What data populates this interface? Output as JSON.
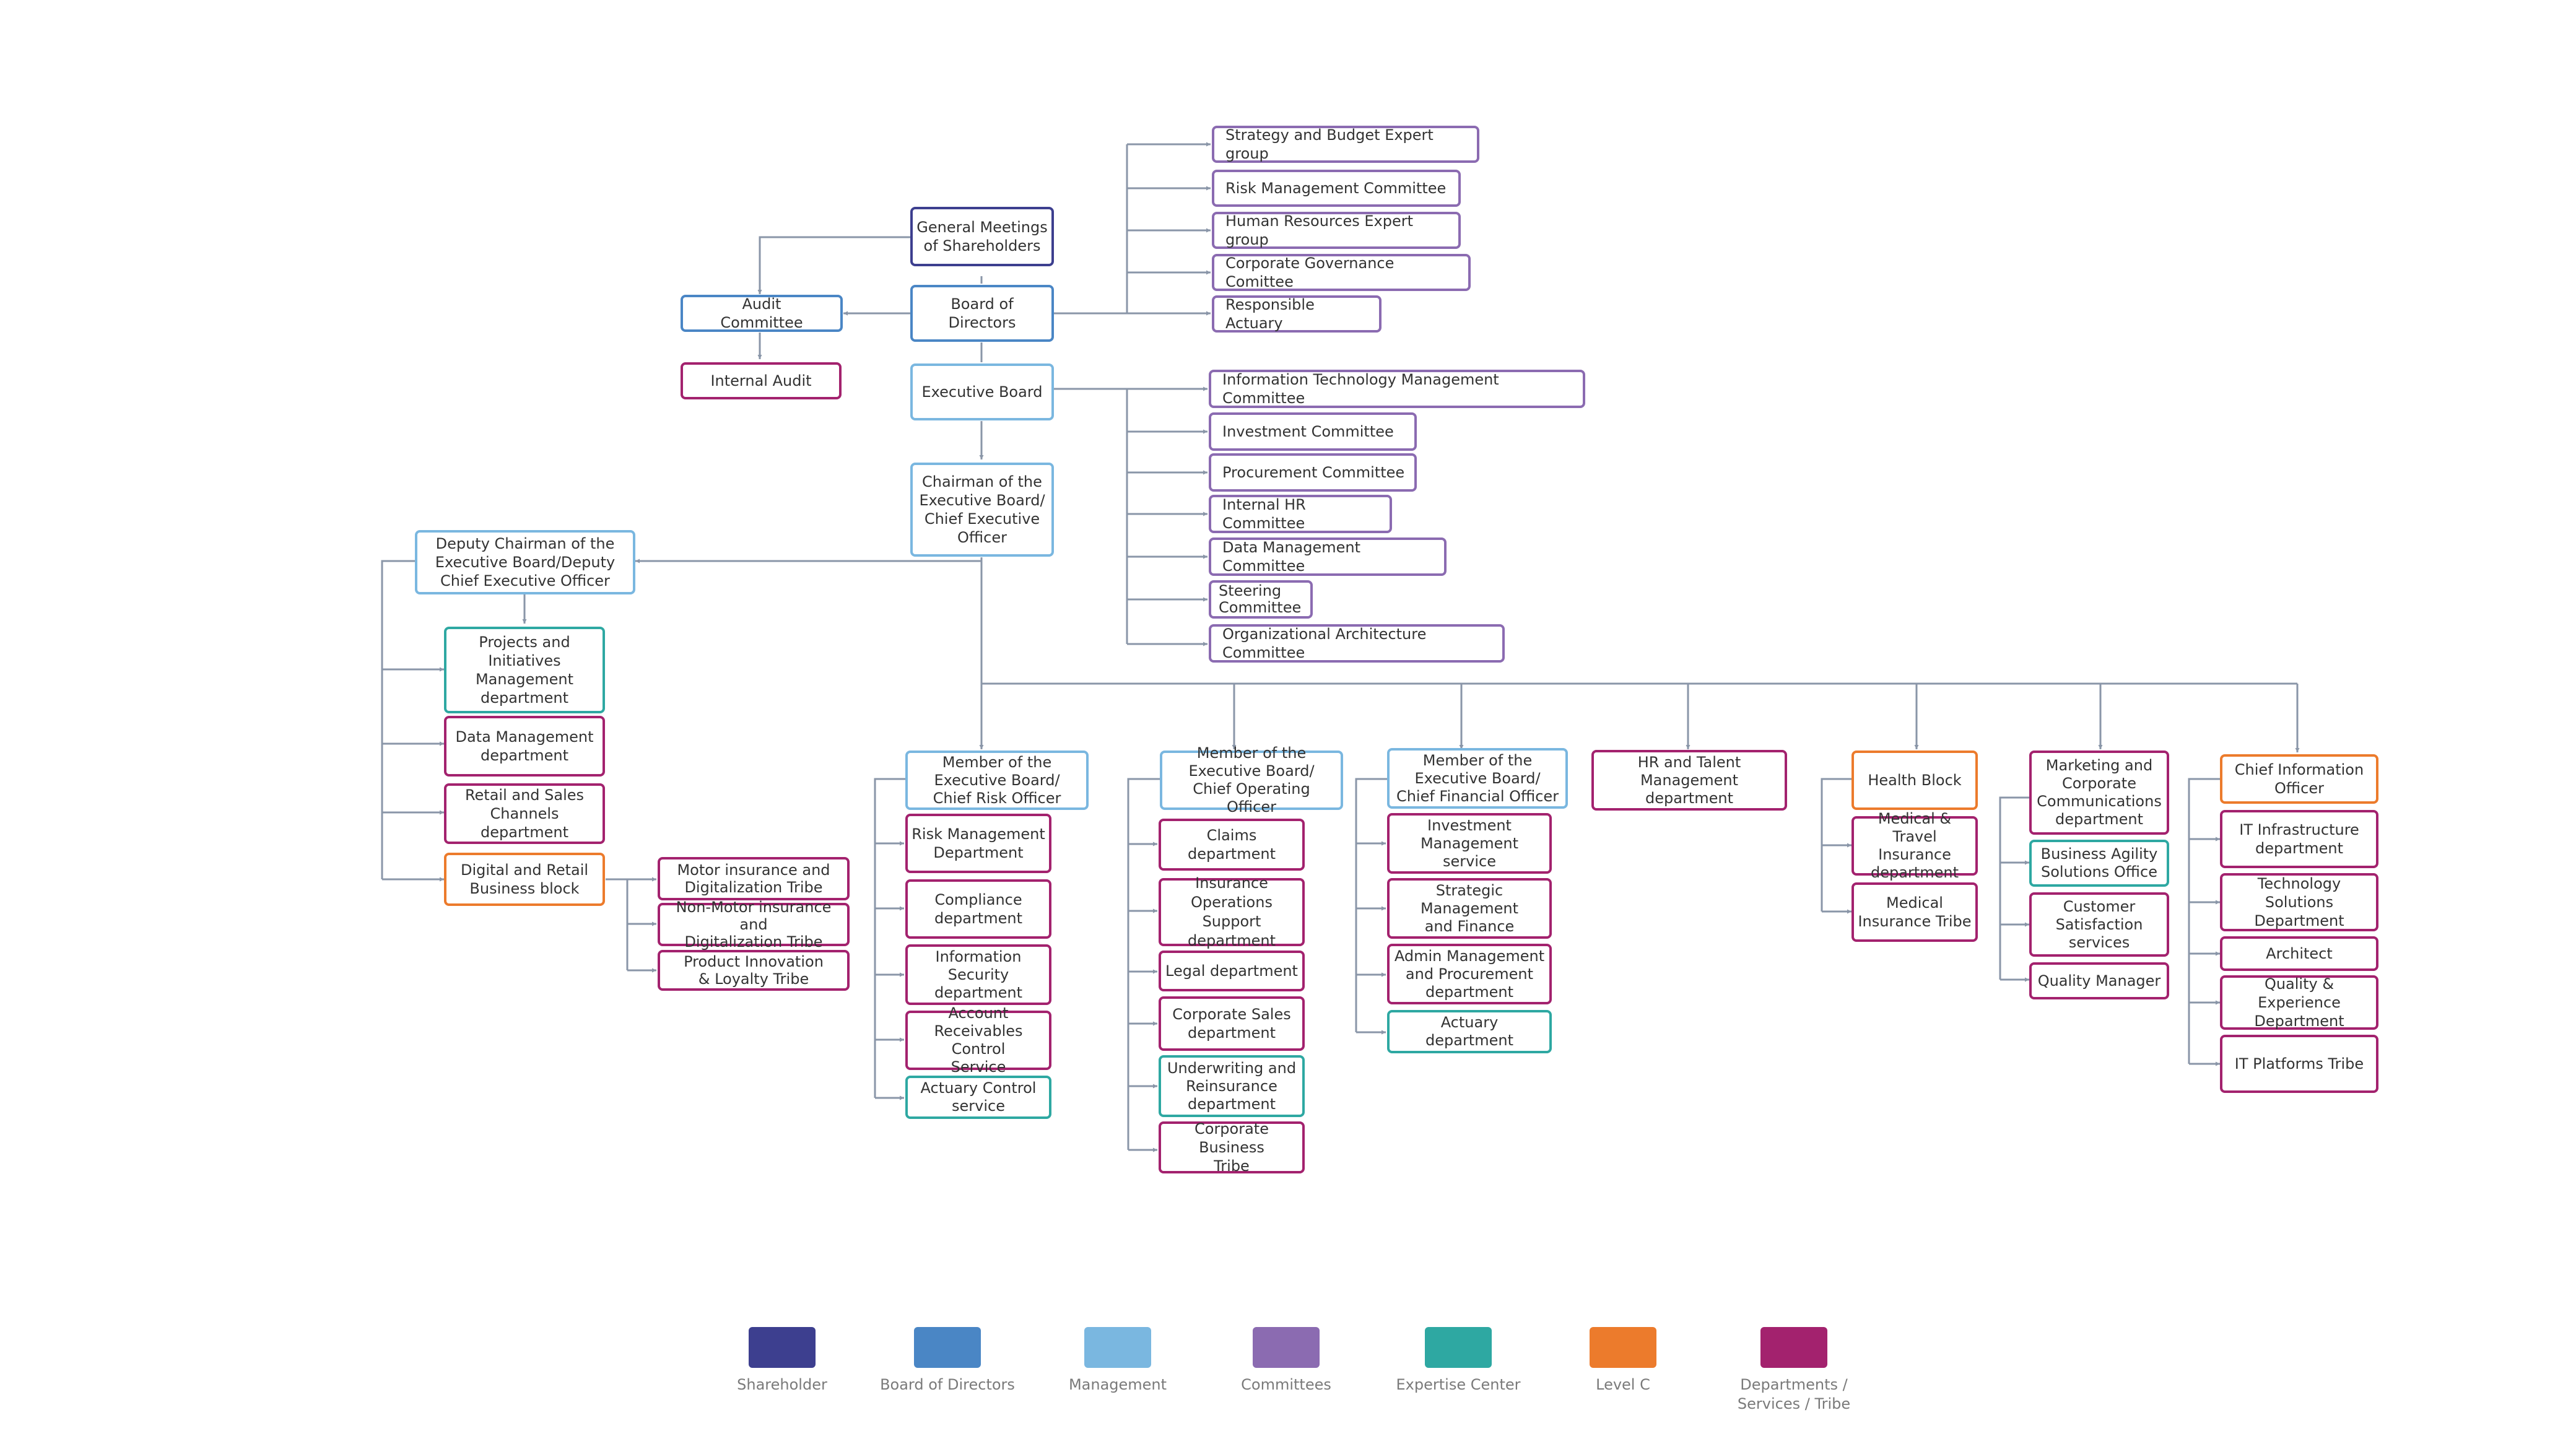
{
  "colors": {
    "shareholder": "#3d3f8f",
    "board": "#4a86c5",
    "management": "#7ab7e0",
    "committees": "#8b6bb1",
    "expertise": "#2ea8a2",
    "level_c": "#ec7b2c",
    "departments": "#a3226e",
    "connector": "#8a96a8"
  },
  "nodes": {
    "general_meetings": "General Meetings\nof Shareholders",
    "audit_committee": "Audit\nCommittee",
    "internal_audit": "Internal Audit",
    "board_of_directors": "Board of Directors",
    "executive_board": "Executive Board",
    "ceo": "Chairman of the\nExecutive Board/\nChief Executive\nOfficer",
    "strategy_budget": "Strategy and Budget Expert group",
    "risk_mgmt_committee": "Risk Management Committee",
    "hr_expert_group": "Human Resources Expert group",
    "corp_governance": "Corporate Governance Comittee",
    "responsible_actuary": "Responsible Actuary",
    "it_mgmt_committee": "Information Technology Management Committee",
    "investment_committee": "Investment Committee",
    "procurement_committee": "Procurement Committee",
    "internal_hr_committee": "Internal HR Committee",
    "data_mgmt_committee": "Data Management Committee",
    "steering_committee": "Steering\nCommittee",
    "org_arch_committee": "Organizational Architecture Committee",
    "deputy_chairman": "Deputy Chairman of the\nExecutive Board/Deputy\nChief Executive Officer",
    "projects_initiatives": "Projects and\nInitiatives\nManagement\ndepartment",
    "data_mgmt_dept": "Data Management\ndepartment",
    "retail_sales": "Retail and Sales\nChannels department",
    "digital_retail": "Digital and Retail\nBusiness block",
    "motor_tribe": "Motor insurance and\nDigitalization Tribe",
    "nonmotor_tribe": "Non-Motor insurance and\nDigitalization Tribe",
    "product_tribe": "Product Innovation\n& Loyalty Tribe",
    "cro": "Member of the\nExecutive Board/\nChief Risk Officer",
    "risk_mgmt_dept": "Risk Management\nDepartment",
    "compliance": "Compliance\ndepartment",
    "info_security": "Information\nSecurity\ndepartment",
    "account_receivables": "Account\nReceivables Control\nService",
    "actuary_control": "Actuary Control\nservice",
    "coo": "Member of the\nExecutive Board/\nChief Operating Officer",
    "claims": "Claims\ndepartment",
    "ins_ops_support": "Insurance\nOperations Support\ndepartment",
    "legal": "Legal department",
    "corporate_sales": "Corporate Sales\ndepartment",
    "underwriting": "Underwriting and\nReinsurance\ndepartment",
    "corp_business_tribe": "Corporate Business\nTribe",
    "cfo": "Member of the\nExecutive Board/\nChief Financial Officer",
    "investment_mgmt": "Investment\nManagement\nservice",
    "strategic_mgmt": "Strategic\nManagement\nand Finance",
    "admin_procurement": "Admin Management\nand Procurement\ndepartment",
    "actuary_dept": "Actuary\ndepartment",
    "hr_talent": "HR and Talent\nManagement\ndepartment",
    "health_block": "Health Block",
    "medical_travel": "Medical & Travel\nInsurance\ndepartment",
    "medical_tribe": "Medical\nInsurance Tribe",
    "marketing": "Marketing and\nCorporate\nCommunications\ndepartment",
    "business_agility": "Business Agility\nSolutions Office",
    "customer_satisfaction": "Customer\nSatisfaction\nservices",
    "quality_manager": "Quality Manager",
    "cio": "Chief Information\nOfficer",
    "it_infrastructure": "IT Infrastructure\ndepartment",
    "tech_solutions": "Technology Solutions\nDepartment",
    "architect": "Architect",
    "quality_experience": "Quality & Experience\nDepartment",
    "it_platforms": "IT Platforms Tribe"
  },
  "legend": [
    {
      "label": "Shareholder",
      "color": "#3d3f8f"
    },
    {
      "label": "Board of Directors",
      "color": "#4a86c5"
    },
    {
      "label": "Management",
      "color": "#7ab7e0"
    },
    {
      "label": "Committees",
      "color": "#8b6bb1"
    },
    {
      "label": "Expertise Center",
      "color": "#2ea8a2"
    },
    {
      "label": "Level C",
      "color": "#ec7b2c"
    },
    {
      "label": "Departments /\nServices / Tribe",
      "color": "#a3226e"
    }
  ]
}
